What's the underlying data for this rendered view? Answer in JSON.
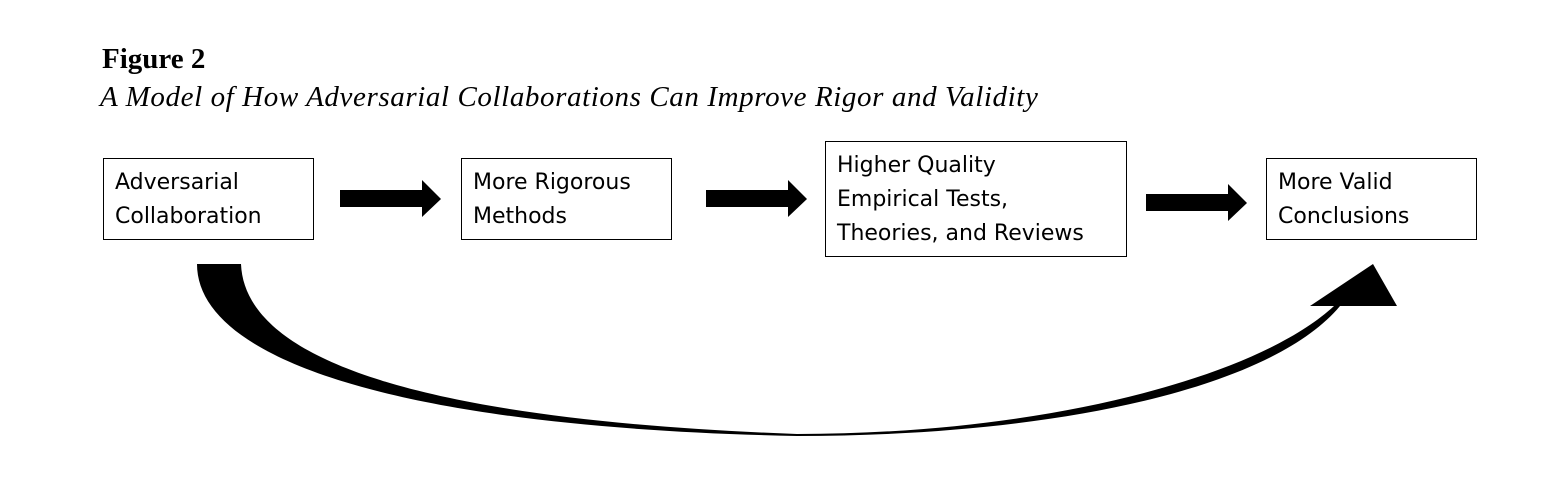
{
  "figure": {
    "label": "Figure 2",
    "caption": "A Model of How Adversarial Collaborations Can Improve Rigor and Validity"
  },
  "nodes": [
    {
      "id": "adversarial-collaboration",
      "lines": [
        "Adversarial",
        "Collaboration"
      ]
    },
    {
      "id": "more-rigorous-methods",
      "lines": [
        "More Rigorous",
        "Methods"
      ]
    },
    {
      "id": "higher-quality",
      "lines": [
        "Higher Quality",
        "Empirical Tests,",
        "Theories, and Reviews"
      ]
    },
    {
      "id": "more-valid-conclusions",
      "lines": [
        "More Valid",
        "Conclusions"
      ]
    }
  ],
  "edges": [
    {
      "from": "adversarial-collaboration",
      "to": "more-rigorous-methods"
    },
    {
      "from": "more-rigorous-methods",
      "to": "higher-quality"
    },
    {
      "from": "higher-quality",
      "to": "more-valid-conclusions"
    },
    {
      "from": "adversarial-collaboration",
      "to": "more-valid-conclusions",
      "style": "curved"
    }
  ],
  "colors": {
    "ink": "#000000",
    "background": "#ffffff"
  }
}
